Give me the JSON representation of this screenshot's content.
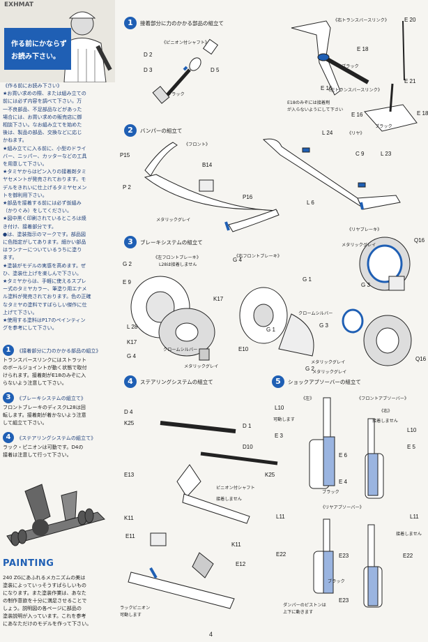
{
  "header": {
    "brand": "EXHMAT",
    "notice_lines": [
      "作る前にかならず",
      "お読み下さい。"
    ]
  },
  "notes": {
    "lines": [
      "《作る前にお読み下さい》",
      "★お買い求めの際、または組み立ての",
      "前には必ず内容を調べて下さい。万",
      "一不良部品、不足部品などがあった",
      "場合には、お買い求めの販売店に御",
      "相談下さい。なお組み立てを始めた",
      "後は、製品の部品、交換などに応じ",
      "かねます。",
      "★組み立てに入る前に、小型のドライ",
      "バー、ニッパー、カッターなどの工具",
      "を用意して下さい。",
      "★タミヤからはピン入りの接着剤タミ",
      "ヤセメントが発売されております。モ",
      "デルをきれいに仕上げるタミヤセメン",
      "トを御利用下さい。",
      "★部品を接着する前には必ず仮組み",
      "（かりぐみ）をしてください。",
      "★図中黒く印刷されているところは焼",
      "き付け、接着部分です。",
      "●は、塗装指示のマークです。部品図",
      "に色指定がしてあります。細かい部品",
      "はランナーについているうちに塗り",
      "ます。",
      "★塗装がモデルの実感を高めます。ぜ",
      "ひ、塗装仕上げを楽しんで下さい。",
      "★タミヤからは、手軽に使えるスプレ",
      "ー式のタミヤカラー、筆塗り用エナメ",
      "ル塗料が発売されております。色の正確",
      "なタミヤの塗料ですばらしい傑作に仕",
      "上げて下さい。",
      "★使用する塗料はP17のペインティン",
      "グを参考にして下さい。"
    ]
  },
  "summary": [
    {
      "num": "1",
      "title": "《接着部分に力のかかる部品の組立》",
      "lines": [
        "トランスバースリンクにはストラット",
        "のボールジョイントが動く状態で取付",
        "けられます。接着剤がE18のみぞに入",
        "らないよう注意して下さい。"
      ]
    },
    {
      "num": "3",
      "title": "《ブレーキシステムの組立て》",
      "lines": [
        "フロントブレーキのディスクL28は回",
        "転します。接着剤が着かないよう注意",
        "して組立て下さい。"
      ]
    },
    {
      "num": "4",
      "title": "《ステアリングシステムの組立て》",
      "lines": [
        "ラック・ピニオンは可動です。D4の",
        "接着は注意して行って下さい。"
      ]
    }
  ],
  "painting": {
    "heading": "PAINTING",
    "lines": [
      "240 ZGにあふれるメカニズムの美は",
      "塗装によっていっそうすばらしいもの",
      "になります。また塗装作業は、あなた",
      "の制作意欲を十分に満足させることで",
      "しょう。説明図の各ページに部品の",
      "塗装説明が入っています。これを参考",
      "にあなただけのモデルを作って下さい。"
    ]
  },
  "steps": [
    {
      "num": "1",
      "title": "接着部分に力のかかる部品の組立て"
    },
    {
      "num": "2",
      "title": "バンパーの組立て"
    },
    {
      "num": "3",
      "title": "ブレーキシステムの組立て"
    },
    {
      "num": "4",
      "title": "ステアリングシステムの組立て"
    },
    {
      "num": "5",
      "title": "ショックアブソーバーの組立て"
    }
  ],
  "parts": {
    "s1": [
      "D 2",
      "D 3",
      "D 5",
      "E 20",
      "E 18",
      "E 16",
      "E 21",
      "E 16",
      "E 18"
    ],
    "s1_notes": [
      "《ピニオン付シャフト》",
      "ブラック",
      "《右トランスバースリンク》",
      "ブラック",
      "《左トランスバースリンク》",
      "E18のみぞには接着剤",
      "が入らないようにして下さい",
      "ブラック"
    ],
    "s2": [
      "P15",
      "B14",
      "P 2",
      "P16",
      "L 24",
      "C 9",
      "L 23",
      "L 6"
    ],
    "s2_notes": [
      "《フロント》",
      "メタリックグレイ",
      "《リヤ》"
    ],
    "s3": [
      "G 2",
      "E 9",
      "L 28",
      "K17",
      "G 4",
      "G 4",
      "G 1",
      "K17",
      "G 1",
      "E10",
      "G 2",
      "Q16",
      "G 3",
      "G 3",
      "Q16"
    ],
    "s3_notes": [
      "《左フロントブレーキ》",
      "L28は接着しません",
      "クロームシルバー",
      "メタリックグレイ",
      "《右フロントブレーキ》",
      "クロームシルバー",
      "メタリックグレイ",
      "《リヤブレーキ》",
      "メタリックグレイ",
      "メタリックグレイ"
    ],
    "s4": [
      "D 4",
      "K25",
      "D 1",
      "D10",
      "E13",
      "K25",
      "K11",
      "E11",
      "K11",
      "E12"
    ],
    "s4_notes": [
      "ピニオン付シャフト",
      "接着しません",
      "ラックピニオン",
      "可動します"
    ],
    "s5": [
      "L10",
      "E 3",
      "E 6",
      "E 4",
      "L11",
      "E22",
      "E23",
      "E23",
      "L10",
      "E 5",
      "L11",
      "E22"
    ],
    "s5_notes": [
      "《左》",
      "可動します",
      "《フロントアブソーバー》",
      "《右》",
      "接着しません",
      "ブラック",
      "《リヤアブソーバー》",
      "ブラック",
      "ダンパーのピストンは",
      "上下に動きます",
      "接着しません"
    ]
  },
  "page_number": "4",
  "colors": {
    "accent": "#1f5fb4",
    "text": "#1a1a1a"
  }
}
